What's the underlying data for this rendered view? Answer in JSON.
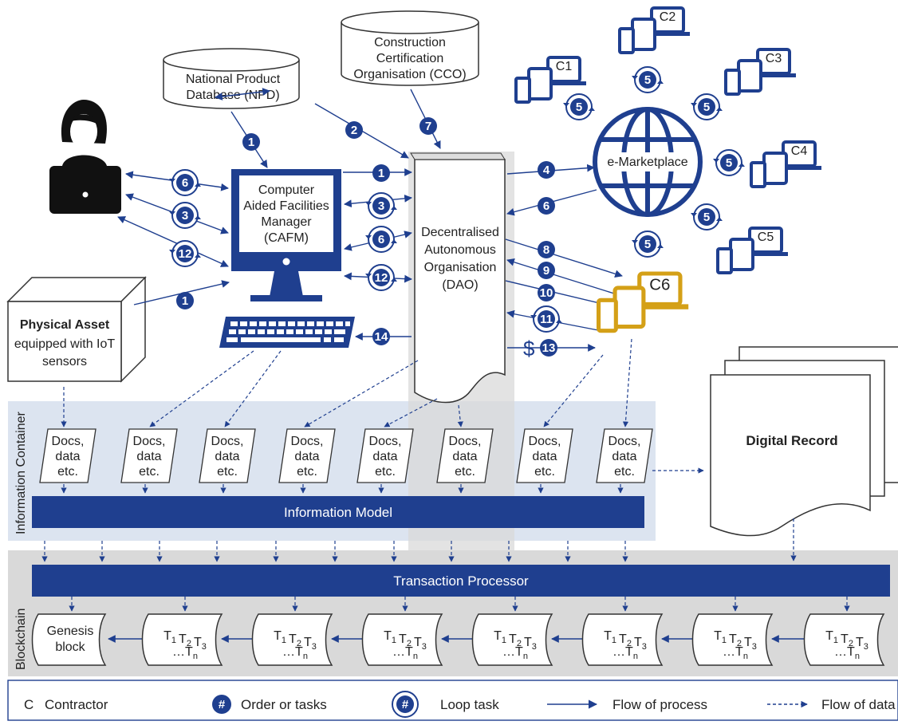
{
  "nodes": {
    "npd": [
      "National Product",
      "Database (NPD)"
    ],
    "cco": [
      "Construction",
      "Certification",
      "Organisation (CCO)"
    ],
    "cafm": [
      "Computer",
      "Aided Facilities",
      "Manager",
      "(CAFM)"
    ],
    "dao": [
      "Decentralised",
      "Autonomous",
      "Organisation",
      "(DAO)"
    ],
    "marketplace": "e-Marketplace",
    "physical_asset_title": "Physical Asset",
    "physical_asset_sub": [
      "equipped with IoT",
      "sensors"
    ],
    "digital_record": "Digital Record",
    "info_container": "Information Container",
    "info_model": "Information Model",
    "transaction_processor": "Transaction Processor",
    "blockchain": "Blockchain",
    "genesis": [
      "Genesis",
      "block"
    ],
    "docs": [
      "Docs,",
      "data",
      "etc."
    ]
  },
  "contractors": [
    "C1",
    "C2",
    "C3",
    "C4",
    "C5",
    "C6"
  ],
  "steps": {
    "user_loops": [
      "6",
      "3",
      "12"
    ],
    "asset": "1",
    "npd_cafm": "1",
    "npd_dao": "2",
    "cco_dao": "7",
    "cafm_dao": [
      "1",
      "3",
      "6",
      "12"
    ],
    "dao_market": [
      "4",
      "6"
    ],
    "market_loops": "5",
    "dao_c6": [
      "8",
      "9",
      "10",
      "11",
      "13"
    ],
    "keyboard": "14",
    "dollar": "$"
  },
  "legend": {
    "contractor_symbol": "C",
    "contractor": "Contractor",
    "order_symbol": "#",
    "order": "Order or tasks",
    "loop_symbol": "#",
    "loop": "Loop task",
    "process": "Flow of process",
    "data": "Flow of data"
  },
  "colors": {
    "blue": "#1f3f8f",
    "gold": "#d4a017",
    "panel": "#dce4f0",
    "grey": "#d9d9d9"
  }
}
